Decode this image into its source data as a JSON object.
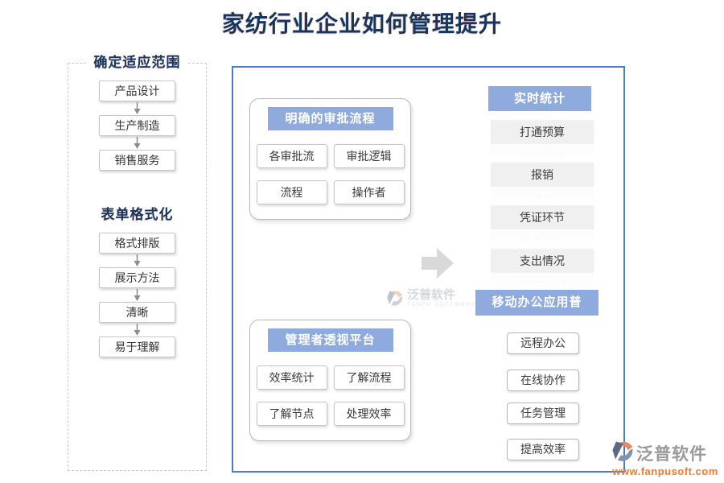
{
  "title": "家纺行业企业如何管理提升",
  "sidebar": {
    "section1": {
      "heading": "确定适应范围",
      "steps": [
        "产品设计",
        "生产制造",
        "销售服务"
      ]
    },
    "section2": {
      "heading": "表单格式化",
      "steps": [
        "格式排版",
        "展示方法",
        "清晰",
        "易于理解"
      ]
    }
  },
  "panel": {
    "group1": {
      "header": "明确的审批流程",
      "items": [
        "各审批流",
        "审批逻辑",
        "流程",
        "操作者"
      ]
    },
    "group2": {
      "header": "管理者透视平台",
      "items": [
        "效率统计",
        "了解流程",
        "了解节点",
        "处理效率"
      ]
    },
    "stats": {
      "header": "实时统计",
      "items": [
        "打通预算",
        "报销",
        "凭证环节",
        "支出情况"
      ]
    },
    "mobile": {
      "header": "移动办公应用普",
      "items": [
        "远程办公",
        "在线协作",
        "任务管理",
        "提高效率"
      ]
    }
  },
  "watermark": {
    "brand": "泛普软件",
    "subtitle": "FANPU SOFTWARE"
  },
  "footer_logo": {
    "brand": "泛普软件",
    "website": "www.fanpusoft.com"
  },
  "icons": {
    "flow_arrow_down": "down-arrow-connector",
    "big_arrow_right": "right-block-arrow",
    "brand_logo": "fanpu-swirl-logo"
  },
  "colors": {
    "header_blue": "#8faadc",
    "panel_border": "#4d7cc7",
    "title_navy": "#17365d",
    "website_orange": "#ed7d31",
    "stat_box_gray": "#f0f0f0"
  }
}
